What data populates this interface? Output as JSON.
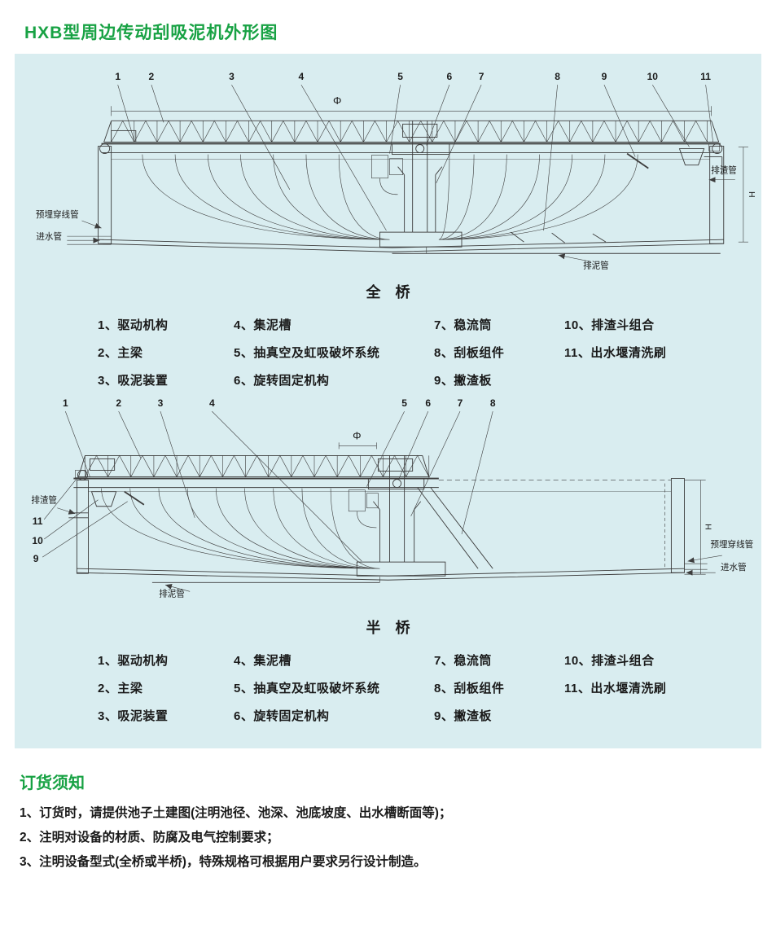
{
  "colors": {
    "accent": "#18a244",
    "panel": "#d9edf0",
    "ink": "#1a1a1a",
    "line": "#3d3d3d"
  },
  "page": {
    "title": "HXB型周边传动刮吸泥机外形图",
    "order": {
      "heading": "订货须知",
      "notes": [
        "1、订货时，请提供池子土建图(注明池径、池深、池底坡度、出水槽断面等)；",
        "2、注明对设备的材质、防腐及电气控制要求；",
        "3、注明设备型式(全桥或半桥)，特殊规格可根据用户要求另行设计制造。"
      ]
    }
  },
  "legend": {
    "columns": [
      [
        "1、驱动机构",
        "2、主梁",
        "3、吸泥装置"
      ],
      [
        "4、集泥槽",
        "5、抽真空及虹吸破坏系统",
        "6、旋转固定机构"
      ],
      [
        "7、稳流筒",
        "8、刮板组件",
        "9、撇渣板"
      ],
      [
        "10、排渣斗组合",
        "11、出水堰清洗刷"
      ]
    ]
  },
  "full_bridge": {
    "caption": "全桥",
    "callouts": [
      "1",
      "2",
      "3",
      "4",
      "5",
      "6",
      "7",
      "8",
      "9",
      "10",
      "11"
    ],
    "labels": {
      "diameter": "Φ",
      "height": "H",
      "slag_pipe": "排渣管",
      "embedded_conduit": "预埋穿线管",
      "inlet_pipe": "进水管",
      "sludge_pipe": "排泥管"
    }
  },
  "half_bridge": {
    "caption": "半桥",
    "callouts_top": [
      "1",
      "2",
      "3",
      "4",
      "5",
      "6",
      "7",
      "8"
    ],
    "callouts_left": [
      "11",
      "10",
      "9"
    ],
    "labels": {
      "diameter": "Φ",
      "height": "H",
      "slag_pipe": "排渣管",
      "embedded_conduit": "预埋穿线管",
      "inlet_pipe": "进水管",
      "sludge_pipe": "排泥管"
    }
  }
}
